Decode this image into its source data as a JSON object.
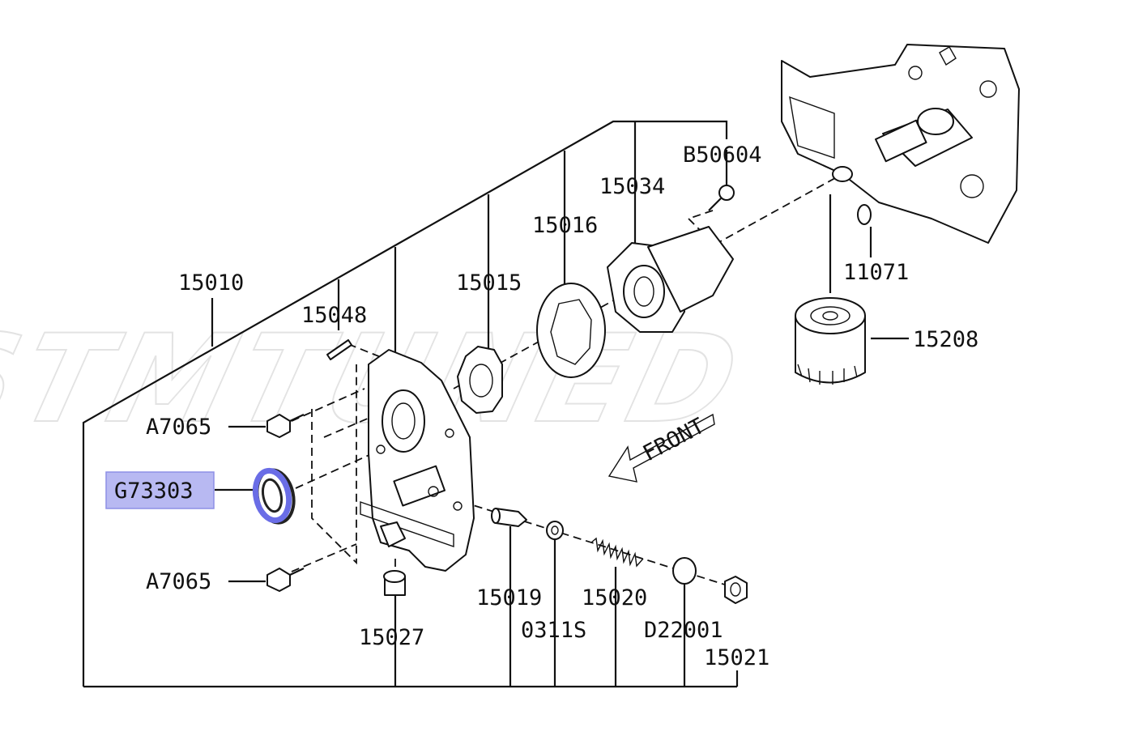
{
  "watermark": "STMTUNED",
  "direction_label": "FRONT",
  "highlight_color": "#b8b9f2",
  "highlighted_part": "G73303",
  "labels": {
    "p15010": "15010",
    "p15048": "15048",
    "p15015": "15015",
    "p15016": "15016",
    "p15034": "15034",
    "pB50604": "B50604",
    "p11071": "11071",
    "p15208": "15208",
    "pA7065_top": "A7065",
    "pG73303": "G73303",
    "pA7065_bottom": "A7065",
    "p15027": "15027",
    "p15019": "15019",
    "p0311S": "0311S",
    "p15020": "15020",
    "pD22001": "D22001",
    "p15021": "15021"
  }
}
